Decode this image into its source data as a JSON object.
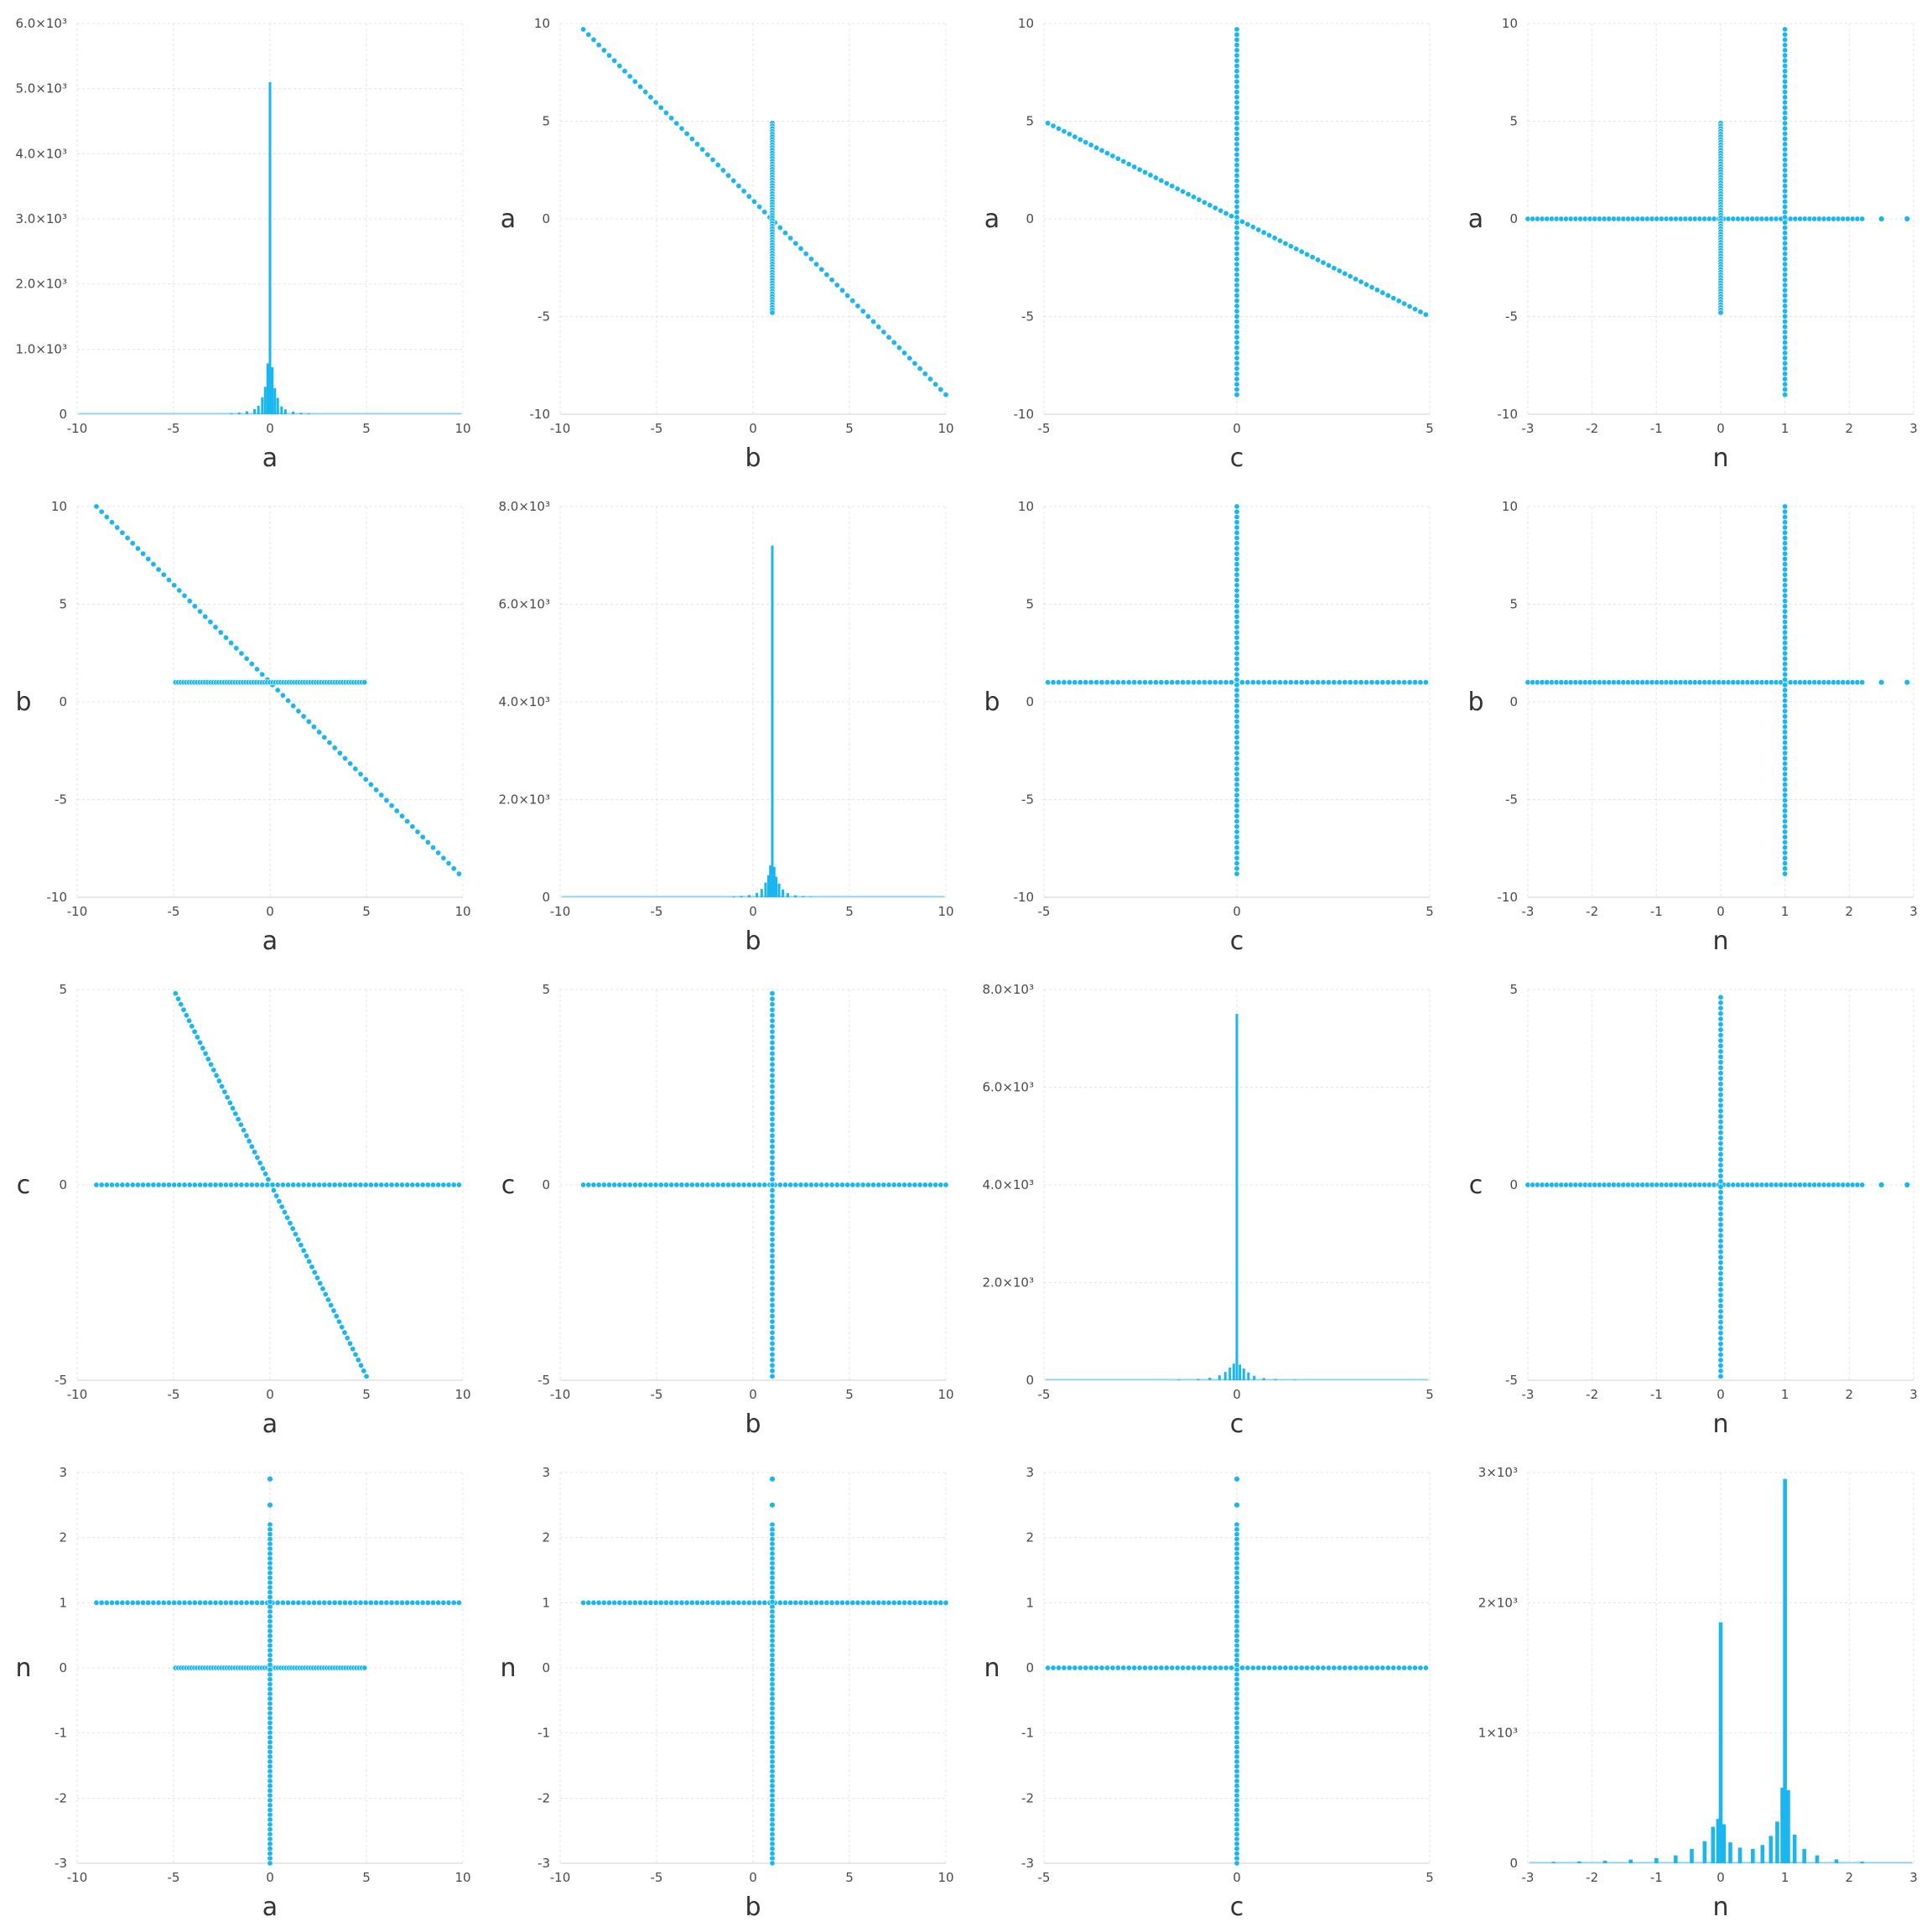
{
  "chart_data": [
    {
      "type": "bar",
      "panel": "a-hist",
      "xlabel": "a",
      "ylabel": "",
      "xlim": [
        -10,
        10
      ],
      "ylim": [
        0,
        6000
      ],
      "xticks": [
        -10,
        -5,
        0,
        5,
        10
      ],
      "yticks": [
        0,
        1000,
        2000,
        3000,
        4000,
        5000,
        6000
      ],
      "ytick_labels": [
        "0",
        "1.0×10³",
        "2.0×10³",
        "3.0×10³",
        "4.0×10³",
        "5.0×10³",
        "6.0×10³"
      ],
      "bins": [
        {
          "x": -2.0,
          "v": 15
        },
        {
          "x": -1.6,
          "v": 25
        },
        {
          "x": -1.2,
          "v": 45
        },
        {
          "x": -0.8,
          "v": 80
        },
        {
          "x": -0.6,
          "v": 130
        },
        {
          "x": -0.4,
          "v": 260
        },
        {
          "x": -0.25,
          "v": 420
        },
        {
          "x": -0.12,
          "v": 780
        },
        {
          "x": 0,
          "v": 5100
        },
        {
          "x": 0.12,
          "v": 720
        },
        {
          "x": 0.25,
          "v": 400
        },
        {
          "x": 0.4,
          "v": 250
        },
        {
          "x": 0.6,
          "v": 120
        },
        {
          "x": 0.8,
          "v": 75
        },
        {
          "x": 1.2,
          "v": 40
        },
        {
          "x": 1.6,
          "v": 22
        },
        {
          "x": 2.0,
          "v": 12
        }
      ]
    },
    {
      "type": "scatter",
      "panel": "b-vs-a",
      "xlabel": "b",
      "ylabel": "a",
      "xlim": [
        -10,
        10
      ],
      "ylim": [
        -10,
        10
      ],
      "xticks": [
        -10,
        -5,
        0,
        5,
        10
      ],
      "yticks": [
        -10,
        -5,
        0,
        5,
        10
      ],
      "segments": [
        {
          "x0": -8.8,
          "y0": 9.7,
          "x1": 10.0,
          "y1": -9.0
        },
        {
          "x0": 1.0,
          "y0": 4.9,
          "x1": 1.0,
          "y1": -4.8
        }
      ]
    },
    {
      "type": "scatter",
      "panel": "c-vs-a",
      "xlabel": "c",
      "ylabel": "a",
      "xlim": [
        -5,
        5
      ],
      "ylim": [
        -10,
        10
      ],
      "xticks": [
        -5,
        0,
        5
      ],
      "yticks": [
        -10,
        -5,
        0,
        5,
        10
      ],
      "segments": [
        {
          "x0": -4.9,
          "y0": 4.9,
          "x1": 4.9,
          "y1": -4.9
        },
        {
          "x0": 0,
          "y0": 9.7,
          "x1": 0,
          "y1": -9.0
        }
      ]
    },
    {
      "type": "scatter",
      "panel": "n-vs-a",
      "xlabel": "n",
      "ylabel": "a",
      "xlim": [
        -3,
        3
      ],
      "ylim": [
        -10,
        10
      ],
      "xticks": [
        -3,
        -2,
        -1,
        0,
        1,
        2,
        3
      ],
      "yticks": [
        -10,
        -5,
        0,
        5,
        10
      ],
      "segments": [
        {
          "x0": -3.0,
          "y0": 0,
          "x1": 2.2,
          "y1": 0
        },
        {
          "x0": 0,
          "y0": 4.9,
          "x1": 0,
          "y1": -4.8
        },
        {
          "x0": 1,
          "y0": 9.7,
          "x1": 1,
          "y1": -9.0
        }
      ],
      "points": [
        [
          2.5,
          0
        ],
        [
          2.9,
          0
        ]
      ]
    },
    {
      "type": "scatter",
      "panel": "a-vs-b",
      "xlabel": "a",
      "ylabel": "b",
      "xlim": [
        -10,
        10
      ],
      "ylim": [
        -10,
        10
      ],
      "xticks": [
        -10,
        -5,
        0,
        5,
        10
      ],
      "yticks": [
        -10,
        -5,
        0,
        5,
        10
      ],
      "segments": [
        {
          "x0": -9.0,
          "y0": 10.0,
          "x1": 9.8,
          "y1": -8.8
        },
        {
          "x0": -4.9,
          "y0": 1,
          "x1": 4.9,
          "y1": 1
        }
      ]
    },
    {
      "type": "bar",
      "panel": "b-hist",
      "xlabel": "b",
      "ylabel": "",
      "xlim": [
        -10,
        10
      ],
      "ylim": [
        0,
        8000
      ],
      "xticks": [
        -10,
        -5,
        0,
        5,
        10
      ],
      "yticks": [
        0,
        2000,
        4000,
        6000,
        8000
      ],
      "ytick_labels": [
        "0",
        "2.0×10³",
        "4.0×10³",
        "6.0×10³",
        "8.0×10³"
      ],
      "bins": [
        {
          "x": -1.0,
          "v": 15
        },
        {
          "x": -0.6,
          "v": 25
        },
        {
          "x": -0.2,
          "v": 45
        },
        {
          "x": 0.2,
          "v": 90
        },
        {
          "x": 0.45,
          "v": 170
        },
        {
          "x": 0.65,
          "v": 300
        },
        {
          "x": 0.8,
          "v": 450
        },
        {
          "x": 0.9,
          "v": 650
        },
        {
          "x": 1.0,
          "v": 7200
        },
        {
          "x": 1.1,
          "v": 620
        },
        {
          "x": 1.2,
          "v": 420
        },
        {
          "x": 1.35,
          "v": 280
        },
        {
          "x": 1.55,
          "v": 160
        },
        {
          "x": 1.8,
          "v": 85
        },
        {
          "x": 2.2,
          "v": 40
        },
        {
          "x": 2.6,
          "v": 20
        },
        {
          "x": 3.0,
          "v": 10
        }
      ]
    },
    {
      "type": "scatter",
      "panel": "c-vs-b",
      "xlabel": "c",
      "ylabel": "b",
      "xlim": [
        -5,
        5
      ],
      "ylim": [
        -10,
        10
      ],
      "xticks": [
        -5,
        0,
        5
      ],
      "yticks": [
        -10,
        -5,
        0,
        5,
        10
      ],
      "segments": [
        {
          "x0": -4.9,
          "y0": 1,
          "x1": 4.9,
          "y1": 1
        },
        {
          "x0": 0,
          "y0": 10.0,
          "x1": 0,
          "y1": -8.8
        }
      ]
    },
    {
      "type": "scatter",
      "panel": "n-vs-b",
      "xlabel": "n",
      "ylabel": "b",
      "xlim": [
        -3,
        3
      ],
      "ylim": [
        -10,
        10
      ],
      "xticks": [
        -3,
        -2,
        -1,
        0,
        1,
        2,
        3
      ],
      "yticks": [
        -10,
        -5,
        0,
        5,
        10
      ],
      "segments": [
        {
          "x0": -3.0,
          "y0": 1,
          "x1": 2.2,
          "y1": 1
        },
        {
          "x0": 1,
          "y0": 10.0,
          "x1": 1,
          "y1": -8.8
        }
      ],
      "points": [
        [
          2.5,
          1
        ],
        [
          2.9,
          1
        ]
      ]
    },
    {
      "type": "scatter",
      "panel": "a-vs-c",
      "xlabel": "a",
      "ylabel": "c",
      "xlim": [
        -10,
        10
      ],
      "ylim": [
        -5,
        5
      ],
      "xticks": [
        -10,
        -5,
        0,
        5,
        10
      ],
      "yticks": [
        -5,
        0,
        5
      ],
      "segments": [
        {
          "x0": -4.9,
          "y0": 4.9,
          "x1": 5.0,
          "y1": -4.9
        },
        {
          "x0": -9.0,
          "y0": 0,
          "x1": 9.8,
          "y1": 0
        }
      ]
    },
    {
      "type": "scatter",
      "panel": "b-vs-c",
      "xlabel": "b",
      "ylabel": "c",
      "xlim": [
        -10,
        10
      ],
      "ylim": [
        -5,
        5
      ],
      "xticks": [
        -10,
        -5,
        0,
        5,
        10
      ],
      "yticks": [
        -5,
        0,
        5
      ],
      "segments": [
        {
          "x0": -8.8,
          "y0": 0,
          "x1": 10.0,
          "y1": 0
        },
        {
          "x0": 1,
          "y0": 4.9,
          "x1": 1,
          "y1": -4.9
        }
      ]
    },
    {
      "type": "bar",
      "panel": "c-hist",
      "xlabel": "c",
      "ylabel": "",
      "xlim": [
        -5,
        5
      ],
      "ylim": [
        0,
        8000
      ],
      "xticks": [
        -5,
        0,
        5
      ],
      "yticks": [
        0,
        2000,
        4000,
        6000,
        8000
      ],
      "ytick_labels": [
        "0",
        "2.0×10³",
        "4.0×10³",
        "6.0×10³",
        "8.0×10³"
      ],
      "bins": [
        {
          "x": -1.5,
          "v": 12
        },
        {
          "x": -1.0,
          "v": 25
        },
        {
          "x": -0.7,
          "v": 50
        },
        {
          "x": -0.45,
          "v": 100
        },
        {
          "x": -0.3,
          "v": 170
        },
        {
          "x": -0.18,
          "v": 260
        },
        {
          "x": -0.08,
          "v": 340
        },
        {
          "x": 0,
          "v": 7500
        },
        {
          "x": 0.08,
          "v": 320
        },
        {
          "x": 0.18,
          "v": 240
        },
        {
          "x": 0.3,
          "v": 160
        },
        {
          "x": 0.45,
          "v": 90
        },
        {
          "x": 0.7,
          "v": 45
        },
        {
          "x": 1.0,
          "v": 22
        },
        {
          "x": 1.5,
          "v": 10
        }
      ]
    },
    {
      "type": "scatter",
      "panel": "n-vs-c",
      "xlabel": "n",
      "ylabel": "c",
      "xlim": [
        -3,
        3
      ],
      "ylim": [
        -5,
        5
      ],
      "xticks": [
        -3,
        -2,
        -1,
        0,
        1,
        2,
        3
      ],
      "yticks": [
        -5,
        0,
        5
      ],
      "segments": [
        {
          "x0": -3.0,
          "y0": 0,
          "x1": 2.2,
          "y1": 0
        },
        {
          "x0": 0,
          "y0": 4.8,
          "x1": 0,
          "y1": -4.9
        }
      ],
      "points": [
        [
          2.5,
          0
        ],
        [
          2.9,
          0
        ]
      ]
    },
    {
      "type": "scatter",
      "panel": "a-vs-n",
      "xlabel": "a",
      "ylabel": "n",
      "xlim": [
        -10,
        10
      ],
      "ylim": [
        -3,
        3
      ],
      "xticks": [
        -10,
        -5,
        0,
        5,
        10
      ],
      "yticks": [
        -3,
        -2,
        -1,
        0,
        1,
        2,
        3
      ],
      "segments": [
        {
          "x0": -9.0,
          "y0": 1,
          "x1": 9.8,
          "y1": 1
        },
        {
          "x0": -4.9,
          "y0": 0,
          "x1": 4.9,
          "y1": 0
        },
        {
          "x0": 0,
          "y0": 2.2,
          "x1": 0,
          "y1": -3.0
        }
      ],
      "points": [
        [
          0,
          2.5
        ],
        [
          0,
          2.9
        ]
      ]
    },
    {
      "type": "scatter",
      "panel": "b-vs-n",
      "xlabel": "b",
      "ylabel": "n",
      "xlim": [
        -10,
        10
      ],
      "ylim": [
        -3,
        3
      ],
      "xticks": [
        -10,
        -5,
        0,
        5,
        10
      ],
      "yticks": [
        -3,
        -2,
        -1,
        0,
        1,
        2,
        3
      ],
      "segments": [
        {
          "x0": -8.8,
          "y0": 1,
          "x1": 10.0,
          "y1": 1
        },
        {
          "x0": 1,
          "y0": 2.2,
          "x1": 1,
          "y1": -3.0
        }
      ],
      "points": [
        [
          1,
          2.5
        ],
        [
          1,
          2.9
        ]
      ]
    },
    {
      "type": "scatter",
      "panel": "c-vs-n",
      "xlabel": "c",
      "ylabel": "n",
      "xlim": [
        -5,
        5
      ],
      "ylim": [
        -3,
        3
      ],
      "xticks": [
        -5,
        0,
        5
      ],
      "yticks": [
        -3,
        -2,
        -1,
        0,
        1,
        2,
        3
      ],
      "segments": [
        {
          "x0": -4.9,
          "y0": 0,
          "x1": 4.9,
          "y1": 0
        },
        {
          "x0": 0,
          "y0": 2.2,
          "x1": 0,
          "y1": -3.0
        }
      ],
      "points": [
        [
          0,
          2.5
        ],
        [
          0,
          2.9
        ]
      ]
    },
    {
      "type": "bar",
      "panel": "n-hist",
      "xlabel": "n",
      "ylabel": "",
      "xlim": [
        -3,
        3
      ],
      "ylim": [
        0,
        3000
      ],
      "xticks": [
        -3,
        -2,
        -1,
        0,
        1,
        2,
        3
      ],
      "yticks": [
        0,
        1000,
        2000,
        3000
      ],
      "ytick_labels": [
        "0",
        "1×10³",
        "2×10³",
        "3×10³"
      ],
      "bins": [
        {
          "x": -2.6,
          "v": 10
        },
        {
          "x": -2.2,
          "v": 14
        },
        {
          "x": -1.8,
          "v": 20
        },
        {
          "x": -1.4,
          "v": 28
        },
        {
          "x": -1.0,
          "v": 40
        },
        {
          "x": -0.7,
          "v": 60
        },
        {
          "x": -0.45,
          "v": 110
        },
        {
          "x": -0.25,
          "v": 170
        },
        {
          "x": -0.12,
          "v": 280
        },
        {
          "x": -0.04,
          "v": 340
        },
        {
          "x": 0,
          "v": 1850
        },
        {
          "x": 0.05,
          "v": 300
        },
        {
          "x": 0.15,
          "v": 160
        },
        {
          "x": 0.3,
          "v": 120
        },
        {
          "x": 0.5,
          "v": 110
        },
        {
          "x": 0.65,
          "v": 140
        },
        {
          "x": 0.78,
          "v": 210
        },
        {
          "x": 0.88,
          "v": 320
        },
        {
          "x": 0.96,
          "v": 580
        },
        {
          "x": 1.0,
          "v": 2950
        },
        {
          "x": 1.05,
          "v": 560
        },
        {
          "x": 1.15,
          "v": 220
        },
        {
          "x": 1.3,
          "v": 110
        },
        {
          "x": 1.5,
          "v": 60
        },
        {
          "x": 1.8,
          "v": 30
        },
        {
          "x": 2.2,
          "v": 12
        }
      ]
    }
  ]
}
